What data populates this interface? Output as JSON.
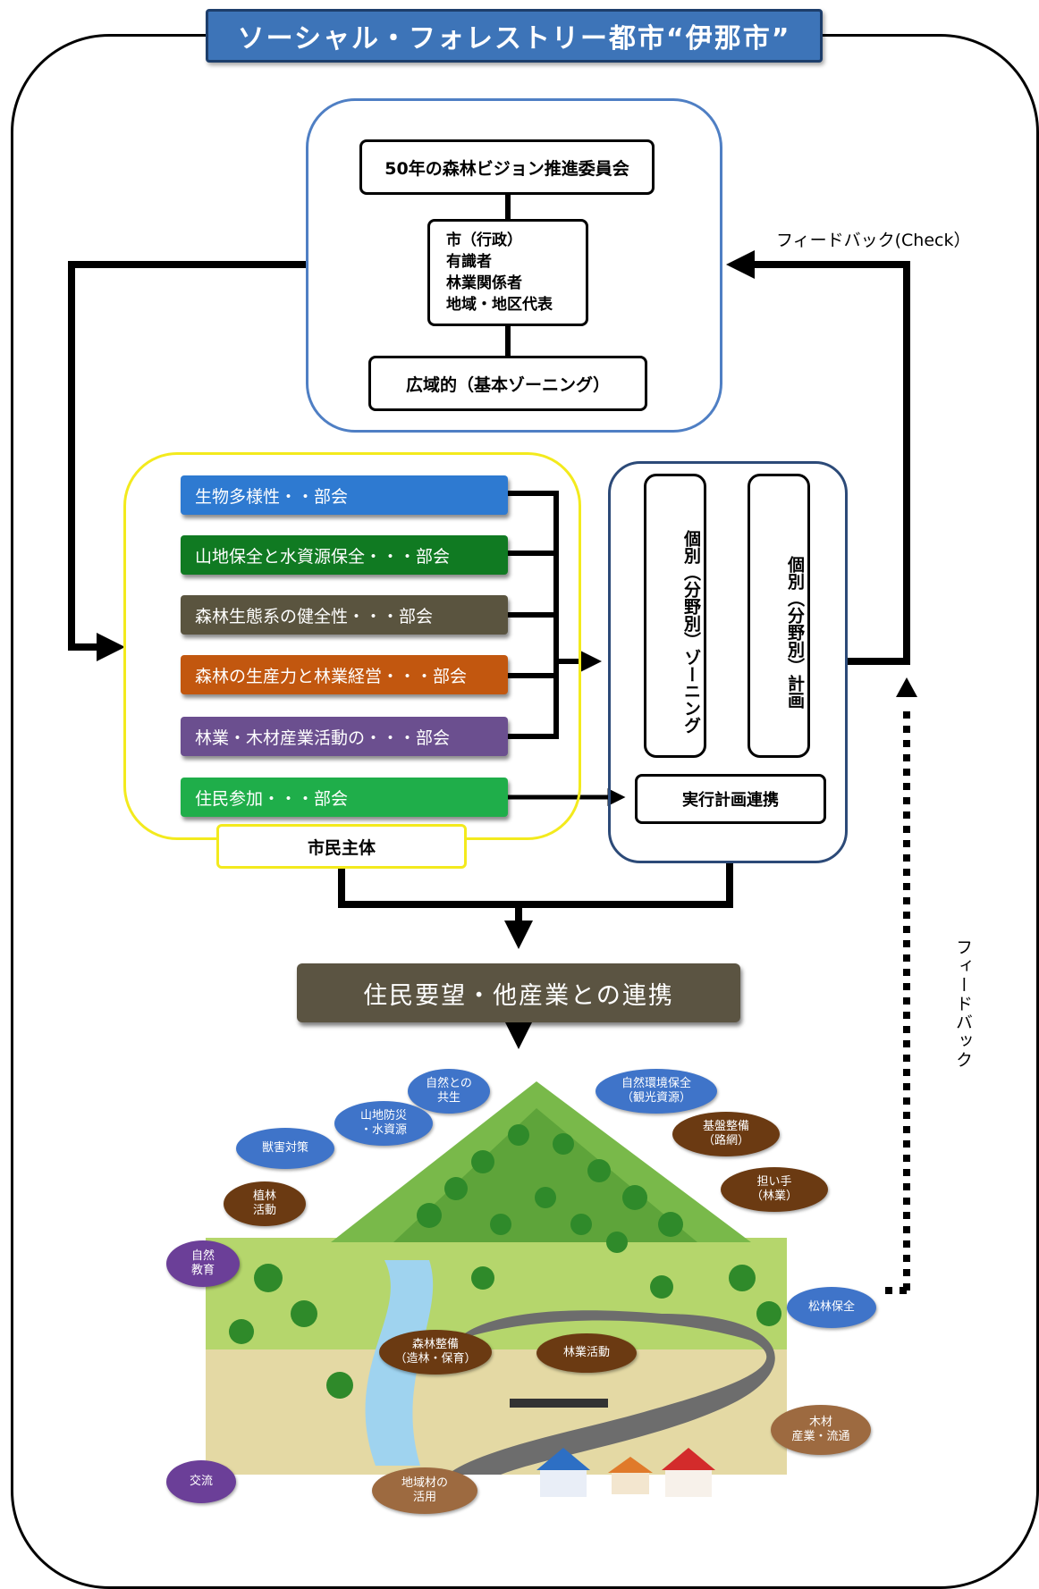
{
  "title": "ソーシャル・フォレストリー都市“伊那市”",
  "committee": {
    "name": "50年の森林ビジョン推進委員会",
    "members": [
      "市（行政）",
      "有識者",
      "林業関係者",
      "地域・地区代表"
    ],
    "zoning": "広域的（基本ゾーニング）"
  },
  "feedback_check": "フィードバック(Check）",
  "feedback_side": "フィードバック",
  "subcommittees": [
    {
      "label": "生物多様性・・部会",
      "color": "#2e7ad1"
    },
    {
      "label": "山地保全と水資源保全・・・部会",
      "color": "#107a22"
    },
    {
      "label": "森林生態系の健全性・・・部会",
      "color": "#5a543f"
    },
    {
      "label": "森林の生産力と林業経営・・・部会",
      "color": "#c2570f"
    },
    {
      "label": "林業・木材産業活動の・・・部会",
      "color": "#6b4f8f"
    },
    {
      "label": "住民参加・・・部会",
      "color": "#1fae4a"
    }
  ],
  "citizen_main": "市民主体",
  "individual_zoning": "個別（分野別）ゾーニング",
  "individual_plan": "個別（分野別）計画",
  "execution": "実行計画連携",
  "policy": "住民要望・他産業との連携",
  "illustration_labels": {
    "nature_coexist": "自然との\n共生",
    "env_conservation": "自然環境保全\n（観光資源）",
    "mountain_disaster": "山地防災\n・水資源",
    "wildlife": "獣害対策",
    "infrastructure": "基盤整備\n（路網）",
    "planting": "植林\n活動",
    "workers": "担い手\n（林業）",
    "nature_education": "自然\n教育",
    "pine_conservation": "松林保全",
    "forest_maintenance": "森林整備\n（造林・保育）",
    "forestry_activity": "林業活動",
    "timber_industry": "木材\n産業・流通",
    "exchange": "交流",
    "local_wood": "地域材の\n活用"
  }
}
